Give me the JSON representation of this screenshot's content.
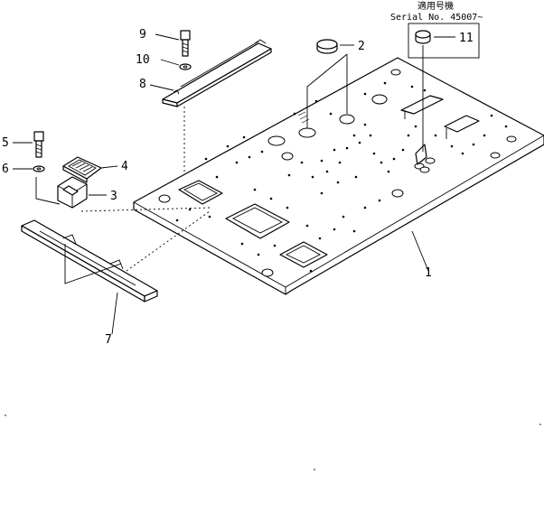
{
  "header": {
    "applicability_label": "適用号機",
    "serial_label": "Serial No. 45007~"
  },
  "callouts": [
    {
      "number": "1"
    },
    {
      "number": "2"
    },
    {
      "number": "3"
    },
    {
      "number": "4"
    },
    {
      "number": "5"
    },
    {
      "number": "6"
    },
    {
      "number": "7"
    },
    {
      "number": "8"
    },
    {
      "number": "9"
    },
    {
      "number": "10"
    },
    {
      "number": "11"
    }
  ]
}
